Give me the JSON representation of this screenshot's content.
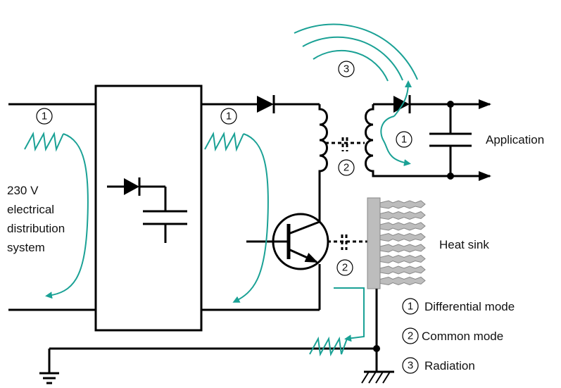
{
  "labels": {
    "source_line1": "230 V",
    "source_line2": "electrical",
    "source_line3": "distribution",
    "source_line4": "system",
    "application": "Application",
    "heat_sink": "Heat sink"
  },
  "markers": {
    "one": "1",
    "two": "2",
    "three": "3"
  },
  "legend": [
    {
      "number": "1",
      "label": "Differential mode"
    },
    {
      "number": "2",
      "label": "Common mode"
    },
    {
      "number": "3",
      "label": "Radiation"
    }
  ],
  "colors": {
    "wire": "#000000",
    "noise_path": "#1aa195",
    "heat_sink_fill": "#bdbdbd"
  }
}
